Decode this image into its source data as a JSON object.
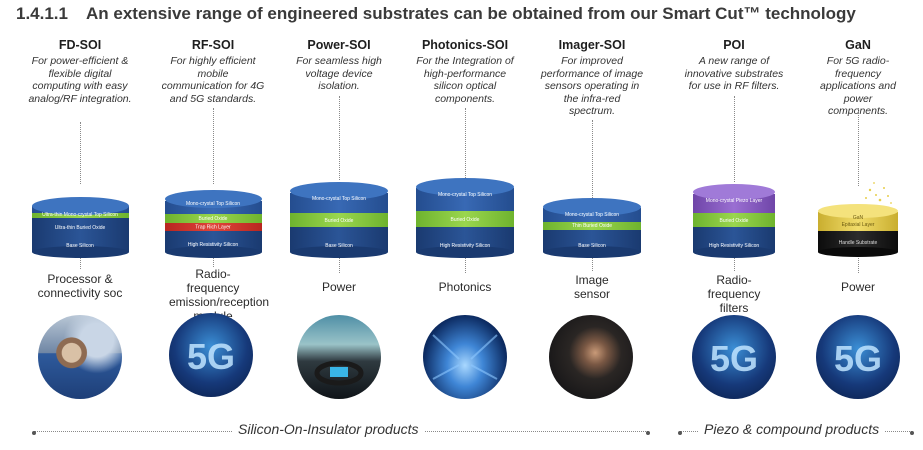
{
  "heading": {
    "number": "1.4.1.1",
    "title": "An extensive range of engineered substrates can be obtained from our Smart Cut™ technology"
  },
  "columns": [
    {
      "name": "FD-SOI",
      "desc": "For power-efficient & flexible digital computing with easy analog/RF integration.",
      "layers": [
        "Ultra-thin Mono-crystal Top Silicon",
        "Ultra-thin Buried Oxide",
        "Base Silicon"
      ],
      "application": "Processor & connectivity soc",
      "photo": "person-with-phone"
    },
    {
      "name": "RF-SOI",
      "desc": "For highly efficient mobile communication for 4G and 5G standards.",
      "layers": [
        "Mono-crystal Top Silicon",
        "Buried Oxide",
        "Trap Rich Layer",
        "High Resistivity Silicon"
      ],
      "application": "Radio-frequency emission/reception module",
      "photo": "5G"
    },
    {
      "name": "Power-SOI",
      "desc": "For seamless high voltage device isolation.",
      "layers": [
        "Mono-crystal Top Silicon",
        "Buried Oxide",
        "Base Silicon"
      ],
      "application": "Power",
      "photo": "car-dashboard"
    },
    {
      "name": "Photonics-SOI",
      "desc": "For the Integration of high-performance silicon optical components.",
      "layers": [
        "Mono-crystal Top Silicon",
        "Buried Oxide",
        "High Resistivity Silicon"
      ],
      "application": "Photonics",
      "photo": "data-center"
    },
    {
      "name": "Imager-SOI",
      "desc": "For improved performance of image sensors operating in the infra-red spectrum.",
      "layers": [
        "Mono-crystal Top Silicon",
        "Thin Buried Oxide",
        "Base Silicon"
      ],
      "application": "Image sensor",
      "photo": "face"
    },
    {
      "name": "POI",
      "desc": "A new range of innovative substrates for use in RF filters.",
      "layers": [
        "Mono-crystal Piezo Layer",
        "Buried Oxide",
        "High Resistivity Silicon"
      ],
      "application": "Radio-frequency filters",
      "photo": "5G"
    },
    {
      "name": "GaN",
      "desc": "For 5G radio-frequency applications and power components.",
      "layers": [
        "GaN Epitaxial Layer",
        "Handle Substrate"
      ],
      "application": "Power",
      "photo": "5G"
    }
  ],
  "groups": [
    {
      "label": "Silicon-On-Insulator products"
    },
    {
      "label": "Piezo & compound products"
    }
  ],
  "colors": {
    "blue": "#2f5fa8",
    "blueTop": "#3c78c4",
    "green": "#8ccf3e",
    "red": "#d8352c",
    "purple": "#8a5fc4",
    "gold": "#e8cf4c",
    "black": "#1b1b1b"
  }
}
